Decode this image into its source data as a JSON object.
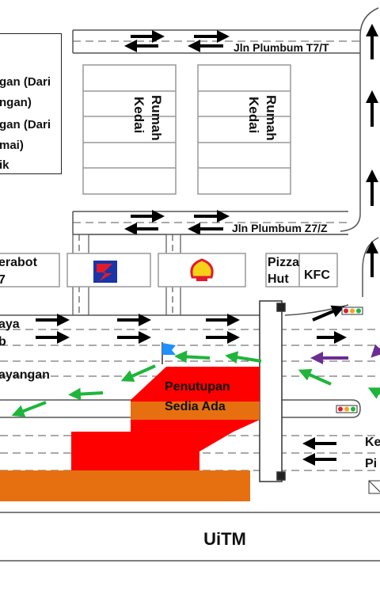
{
  "streets": {
    "top": "Jln Plumbum T7/T",
    "middle": "Jln Plumbum Z7/Z"
  },
  "blocks": {
    "left": "Rumah Kedai",
    "right": "Rumah Kedai"
  },
  "shops": {
    "perabot": "erabot",
    "perabot_line2": "7",
    "pizza_hut_1": "Pizza",
    "pizza_hut_2": "Hut",
    "kfc": "KFC"
  },
  "legend": {
    "line1": "gan (Dari",
    "line2": "ngan)",
    "line3": "gan (Dari",
    "line4": "mai)",
    "line5": "ik"
  },
  "lane_labels": {
    "raya": "aya",
    "b": "b",
    "layangan": "ayangan",
    "ke": "Ke",
    "pi": "Pi"
  },
  "closure": {
    "line1": "Penutupan",
    "line2": "Sedia Ada"
  },
  "campus": "UiTM",
  "colors": {
    "closure_red": "#ff0000",
    "closure_orange": "#e67010",
    "arrow_green": "#1fb53a",
    "arrow_purple": "#6a2d91",
    "arrow_black": "#000000",
    "flag_blue": "#1e90ff"
  }
}
